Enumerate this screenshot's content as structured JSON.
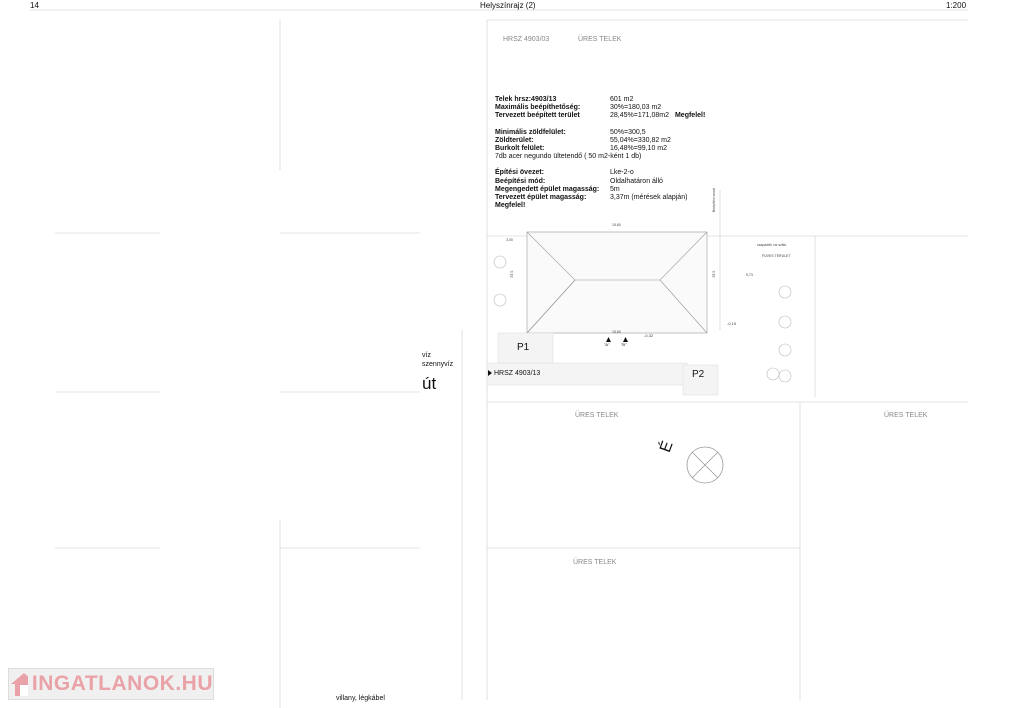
{
  "header": {
    "page_number": "14",
    "title": "Helyszínrajz (2)",
    "scale": "1:200"
  },
  "labels": {
    "hrsz_top": "HRSZ 4903/03",
    "empty_plot_top": "ÜRES TELEK",
    "empty_plot_right": "ÜRES TELEK",
    "empty_plot_far_right": "ÜRES TELEK",
    "empty_plot_bottom": "ÜRES TELEK",
    "water": "víz",
    "sewage": "szennyvíz",
    "road": "út",
    "electricity": "villany, légkábel",
    "hrsz_plot": "HRSZ 4903/13",
    "parking_1": "P1",
    "parking_2": "P2",
    "entrance_a": "\"A\"",
    "entrance_b": "\"B\"",
    "rain_water": "csapadék víz szikk.",
    "grass_area": "FÜVES TERÜLET",
    "building_line": "Beépítési vonal",
    "north": "É",
    "logo": "INGATLANOK.HU"
  },
  "dimensions": {
    "top_width": "15,60",
    "bottom_width": "15,60",
    "left_depth": "9,18",
    "right_depth": "9,18",
    "level_1": "-0,15",
    "level_2": "-0,32",
    "side_gap": "3,00",
    "right_gap": "9,73"
  },
  "stats": {
    "group1": [
      {
        "label": "Telek hrsz:4903/13",
        "value": "601 m2"
      },
      {
        "label": "Maximális beépíthetőség:",
        "value": "30%=180,03 m2"
      },
      {
        "label": "Tervezett beépített terület",
        "value": "28,45%=171,08m2",
        "note": "Megfelel!"
      }
    ],
    "group2": [
      {
        "label": "Minimális zöldfelület:",
        "value": "50%=300,5"
      },
      {
        "label": "Zöldterület:",
        "value": "55,04%=330,82 m2"
      },
      {
        "label": "Burkolt felület:",
        "value": "16,48%=99,10 m2"
      }
    ],
    "trees_note": "7db acer negundo ültetendő ( 50 m2-ként 1 db)",
    "group3": [
      {
        "label": "Építési övezet:",
        "value": "Lke-2-o"
      },
      {
        "label": "Beépítési mód:",
        "value": "Oldalhatáron álló"
      },
      {
        "label": "Megengedett épület magasság:",
        "value": "5m"
      },
      {
        "label": "Tervezett épület magasság:",
        "value": "3,37m (mérések alapján)"
      }
    ],
    "final_note": "Megfelel!"
  }
}
